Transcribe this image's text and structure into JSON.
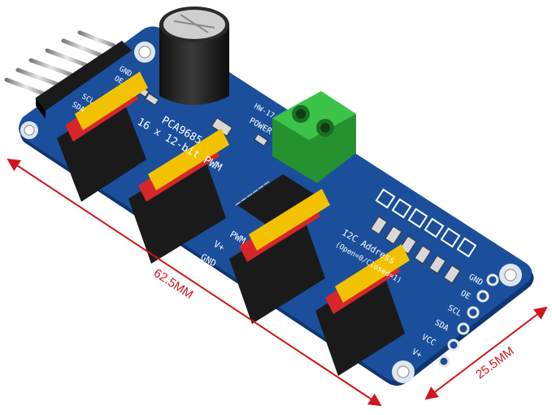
{
  "board": {
    "chip_label": "PCA9685",
    "title_line": "16 x 12-bit PWM",
    "model_tag": "HW-17",
    "power_label": "POWER",
    "address_label": "I2C Address",
    "address_note": "(Open=0/Closed=1)",
    "pins_right": [
      "GND",
      "OE",
      "SCL",
      "SDA",
      "VCC",
      "V+"
    ],
    "pins_left": [
      "GND",
      "OE",
      "SCL",
      "SDA"
    ],
    "rail_labels": [
      "PWM",
      "V+",
      "GND"
    ],
    "colors": {
      "pcb": "#1b4f9c",
      "pcb_edge": "#0f3572",
      "terminal_block": "#2fae3a",
      "header_black": "#1a1a1a",
      "header_red": "#d6262a",
      "header_yellow": "#f2c200"
    }
  },
  "dimensions": {
    "length": "62.5MM",
    "width": "25.5MM",
    "color": "#d0151c"
  }
}
